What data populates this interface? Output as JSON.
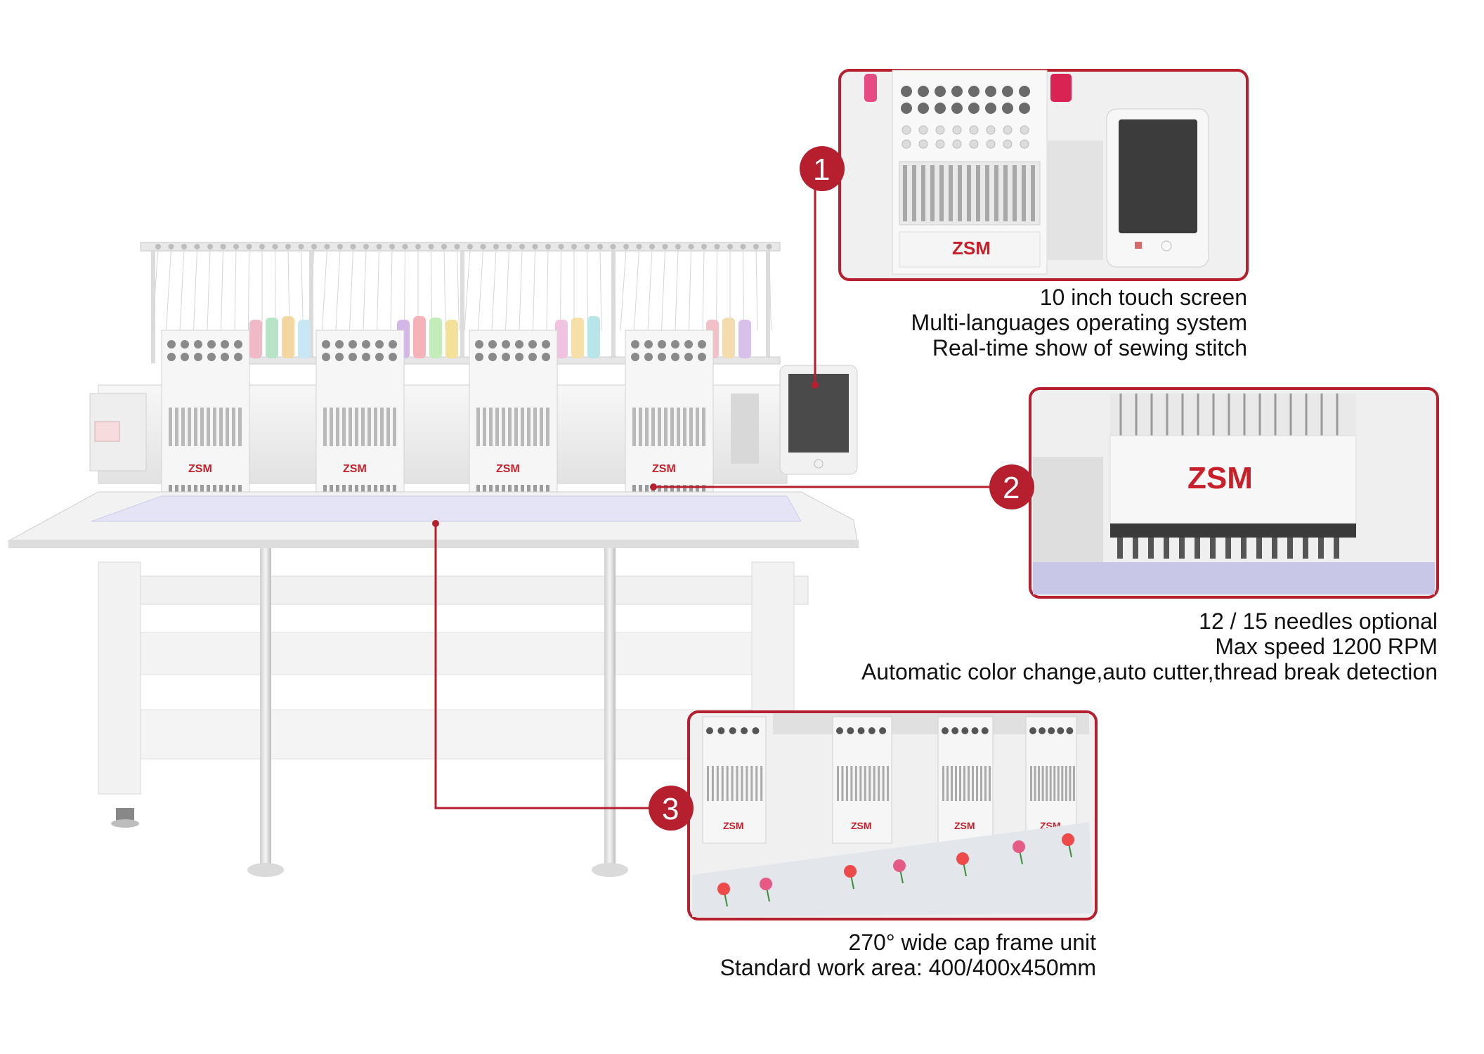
{
  "brand": "ZSM",
  "accent_color": "#b51f2e",
  "callouts": [
    {
      "number": "1",
      "lines": [
        "10 inch touch screen",
        "Multi-languages operating system",
        "Real-time show of sewing stitch"
      ]
    },
    {
      "number": "2",
      "lines": [
        "12 / 15 needles optional",
        "Max speed 1200 RPM",
        "Automatic color change,auto cutter,thread break detection"
      ]
    },
    {
      "number": "3",
      "lines": [
        "270° wide cap frame unit",
        "Standard work area: 400/400x450mm"
      ]
    }
  ]
}
